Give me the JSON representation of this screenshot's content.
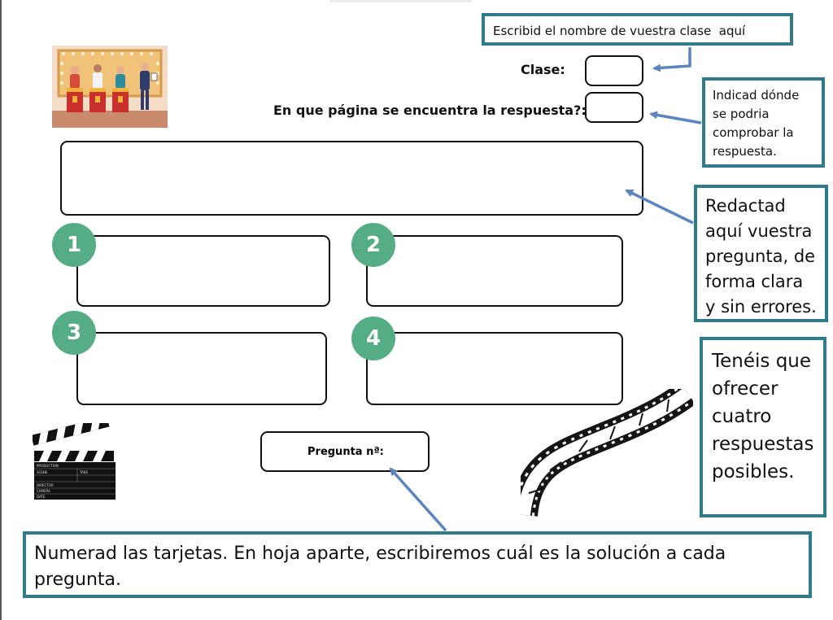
{
  "callouts": {
    "class_name": "Escribid el nombre de vuestra clase  aquí",
    "page_hint": "Indicad dónde se podria comprobar la respuesta.",
    "question_hint": "Redactad aquí vuestra pregunta, de forma clara y sin errores.",
    "answers_hint": "Tenéis que ofrecer cuatro respuestas posibles.",
    "numbering_hint": "Numerad las tarjetas. En hoja aparte, escribiremos cuál es la solución a cada pregunta."
  },
  "form": {
    "class_label": "Clase:",
    "page_label": "En que página se encuentra la respuesta?:",
    "question_number_label": "Pregunta nª:"
  },
  "answers": [
    {
      "number": "1"
    },
    {
      "number": "2"
    },
    {
      "number": "3"
    },
    {
      "number": "4"
    }
  ],
  "clapperboard": {
    "fields": [
      "PRODUCTION",
      "SCENE",
      "TAKE",
      "DIRECTOR",
      "CAMERA",
      "DATE"
    ]
  },
  "colors": {
    "callout_border": "#2e7b8c",
    "arrow": "#5b85c0",
    "number_circle": "#55ad86"
  },
  "icons": {
    "illustration": "game-show-illustration",
    "clapperboard": "clapperboard-icon",
    "film_strip": "film-strip-icon"
  }
}
